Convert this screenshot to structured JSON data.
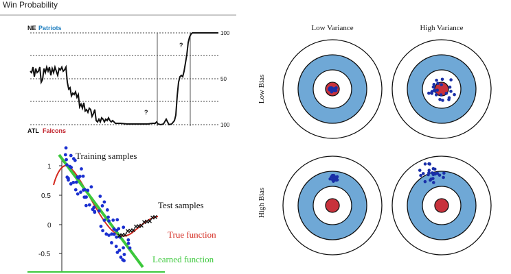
{
  "win_probability": {
    "title": "Win Probability",
    "team_top": {
      "abbr": "NE",
      "name": "Patriots",
      "name_color": "#1f7fc0"
    },
    "team_bottom": {
      "abbr": "ATL",
      "name": "Falcons",
      "name_color": "#c0202a"
    },
    "y_ticks": [
      "100",
      "50",
      "100"
    ],
    "annotations": [
      "?",
      "?"
    ]
  },
  "bias_variance": {
    "col_labels": [
      "Low Variance",
      "High Variance"
    ],
    "row_labels": [
      "Low Bias",
      "High Bias"
    ],
    "colors": {
      "ring": "#6fa8d6",
      "bullseye": "#c8323c",
      "dot": "#1a2fa8"
    }
  },
  "overfit_chart": {
    "labels": {
      "training": "Training samples",
      "test": "Test samples",
      "true_fn": "True function",
      "learned_fn": "Learned function"
    },
    "y_ticks": [
      "1",
      "0.5",
      "0",
      "-0.5"
    ],
    "colors": {
      "true_fn": "#d42a20",
      "learned_fn": "#3cc83c",
      "train_dot": "#1a2fd0",
      "test_mark": "#111111"
    }
  }
}
